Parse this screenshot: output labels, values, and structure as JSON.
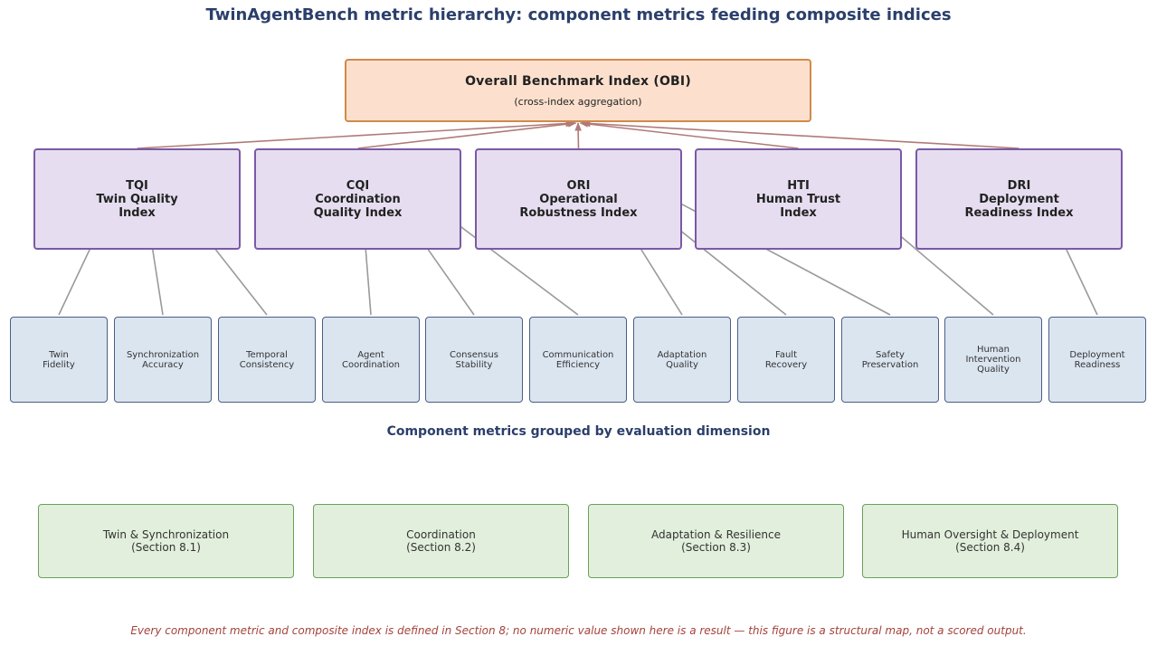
{
  "title": "TwinAgentBench metric hierarchy: component metrics feeding composite indices",
  "obi": {
    "name": "Overall Benchmark Index (OBI)",
    "note": "(cross-index aggregation)"
  },
  "indices": [
    {
      "id": "tqi",
      "abbr": "TQI",
      "name": "Twin Quality\nIndex"
    },
    {
      "id": "cqi",
      "abbr": "CQI",
      "name": "Coordination\nQuality Index"
    },
    {
      "id": "ori",
      "abbr": "ORI",
      "name": "Operational\nRobustness Index"
    },
    {
      "id": "hti",
      "abbr": "HTI",
      "name": "Human Trust\nIndex"
    },
    {
      "id": "dri",
      "abbr": "DRI",
      "name": "Deployment\nReadiness Index"
    }
  ],
  "components": [
    {
      "id": "twin-fidelity",
      "label": "Twin\nFidelity",
      "feeds": 0
    },
    {
      "id": "synchronization-accuracy",
      "label": "Synchronization\nAccuracy",
      "feeds": 0
    },
    {
      "id": "temporal-consistency",
      "label": "Temporal\nConsistency",
      "feeds": 0
    },
    {
      "id": "agent-coordination",
      "label": "Agent\nCoordination",
      "feeds": 1
    },
    {
      "id": "consensus-stability",
      "label": "Consensus\nStability",
      "feeds": 1
    },
    {
      "id": "communication-efficiency",
      "label": "Communication\nEfficiency",
      "feeds": 1
    },
    {
      "id": "adaptation-quality",
      "label": "Adaptation\nQuality",
      "feeds": 2
    },
    {
      "id": "fault-recovery",
      "label": "Fault\nRecovery",
      "feeds": 2
    },
    {
      "id": "safety-preservation",
      "label": "Safety\nPreservation",
      "feeds": 2
    },
    {
      "id": "human-intervention-quality",
      "label": "Human\nIntervention\nQuality",
      "feeds": 3
    },
    {
      "id": "deployment-readiness",
      "label": "Deployment\nReadiness",
      "feeds": 4
    }
  ],
  "group_caption": "Component metrics grouped by evaluation dimension",
  "groups": [
    {
      "id": "twin-sync",
      "label": "Twin & Synchronization\n(Section 8.1)"
    },
    {
      "id": "coordination",
      "label": "Coordination\n(Section 8.2)"
    },
    {
      "id": "adaptation",
      "label": "Adaptation & Resilience\n(Section 8.3)"
    },
    {
      "id": "oversight",
      "label": "Human Oversight & Deployment\n(Section 8.4)"
    }
  ],
  "footnote": "Every component metric and composite index is defined in Section 8; no numeric value shown here is a result — this figure is a structural map, not a scored output.",
  "colors": {
    "title": "#2b3f6b",
    "obi_fill": "#fce0cd",
    "obi_border": "#d08a4a",
    "index_fill": "#e6def0",
    "index_border": "#7a59a6",
    "component_fill": "#dbe5f0",
    "component_border": "#4a5f85",
    "group_fill": "#e2efdc",
    "group_border": "#6aa05a",
    "index_edge": "#b07a78",
    "component_edge": "#9a9a9a",
    "footnote": "#a3433b"
  }
}
